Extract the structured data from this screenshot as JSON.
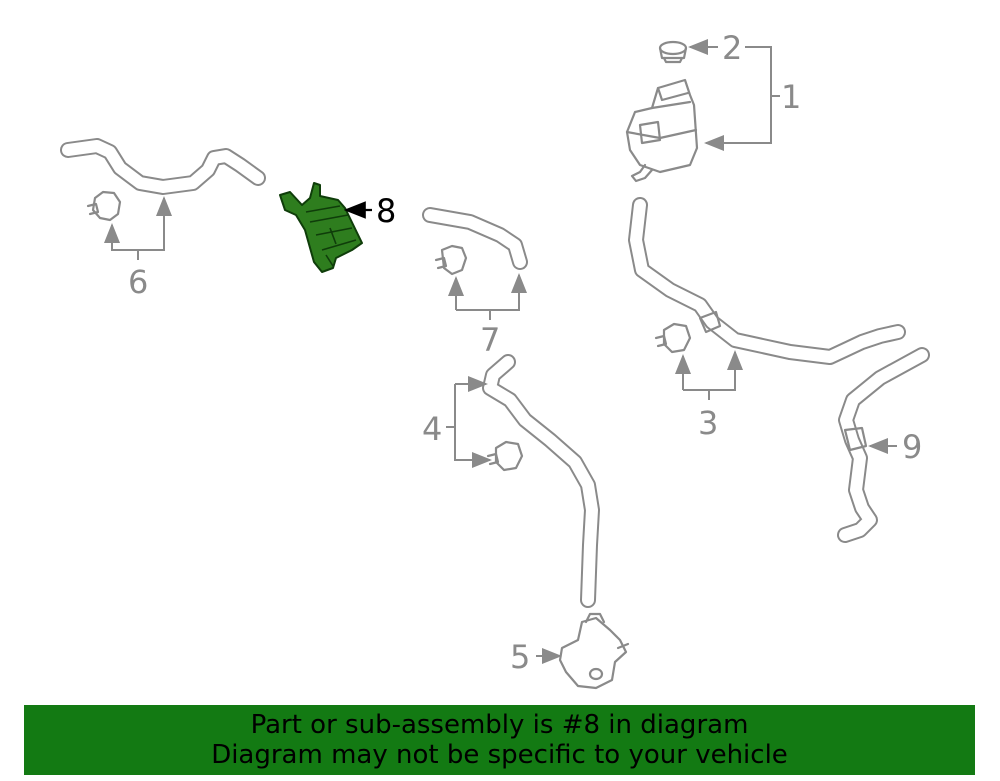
{
  "callouts": {
    "c1": "1",
    "c2": "2",
    "c3": "3",
    "c4": "4",
    "c5": "5",
    "c6": "6",
    "c7": "7",
    "c8": "8",
    "c9": "9"
  },
  "banner": {
    "line1": "Part or sub-assembly is #8 in diagram",
    "line2": "Diagram may not be specific to your vehicle"
  },
  "colors": {
    "highlight_part": "#2e7d1e",
    "banner_background": "#137a13",
    "line_art": "#8a8a8a"
  }
}
